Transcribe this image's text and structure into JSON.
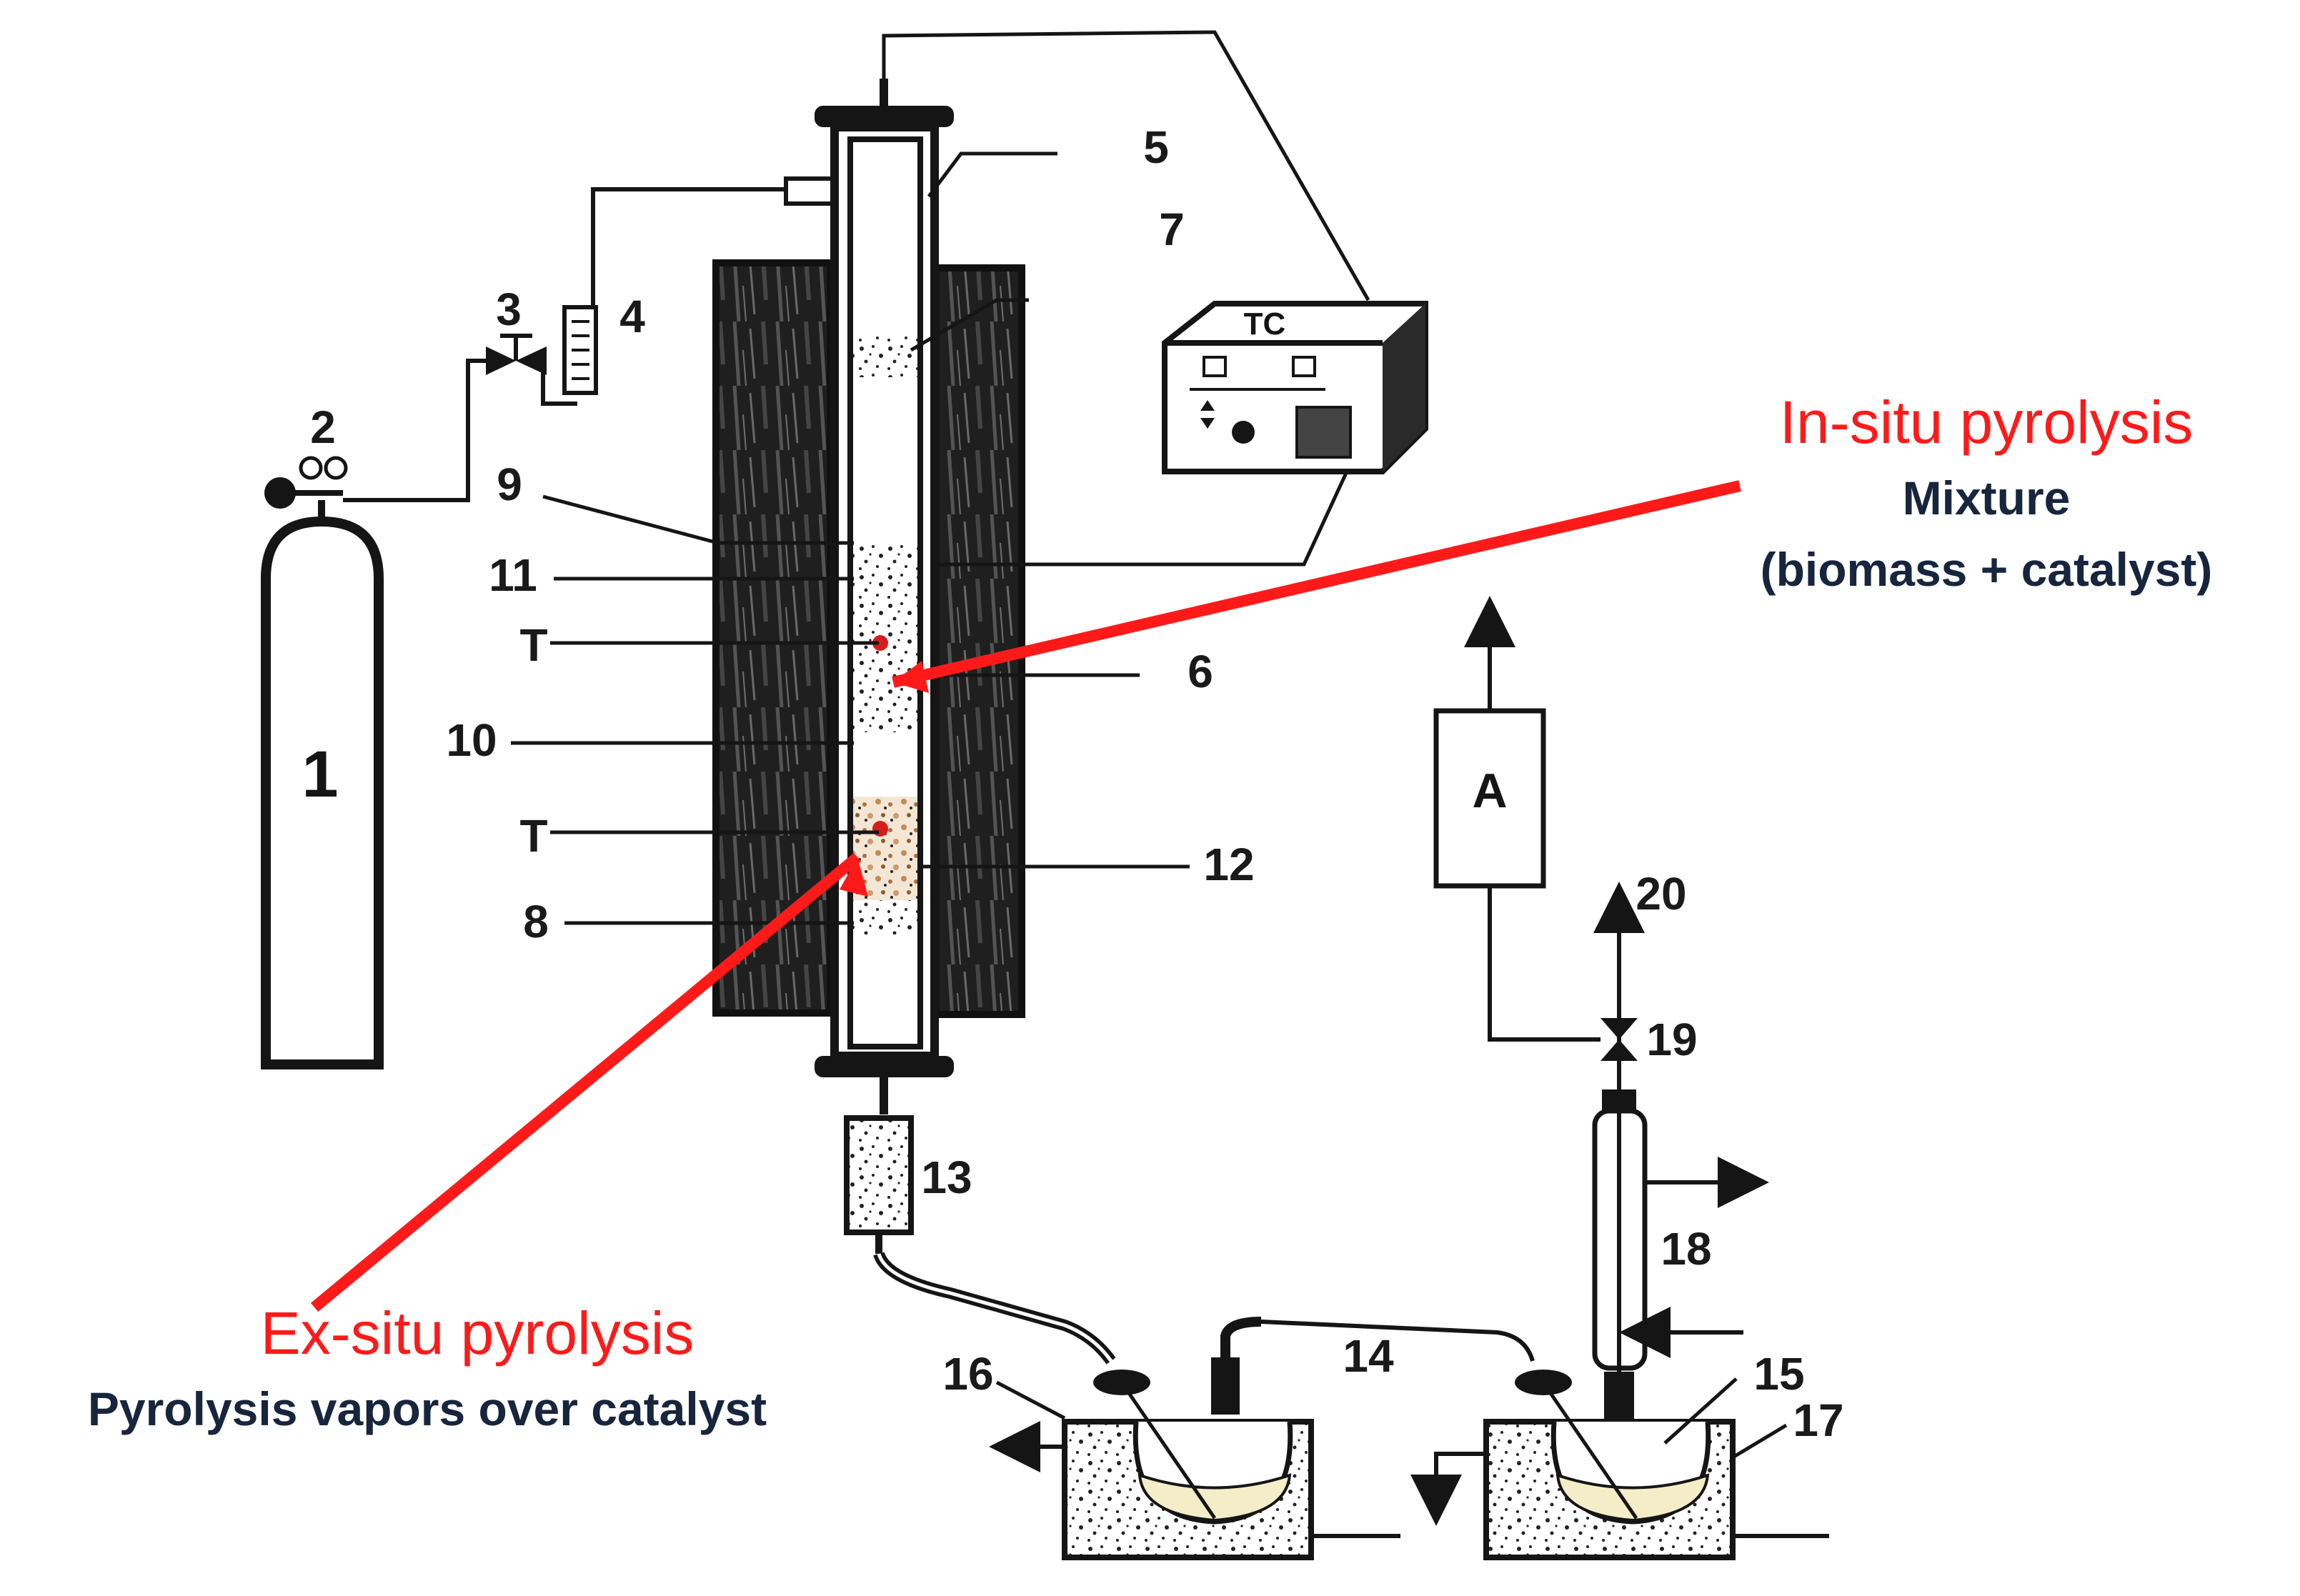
{
  "colors": {
    "ink": "#151515",
    "annotation_red": "#ff1a1a",
    "annotation_text": "#17253d",
    "furnace": "#1c1c1c",
    "bed_speckle": "#c9a27a"
  },
  "labels": {
    "n1": "1",
    "n2": "2",
    "n3": "3",
    "n4": "4",
    "n5": "5",
    "n6": "6",
    "n7": "7",
    "n8": "8",
    "n9": "9",
    "n10": "10",
    "n11": "11",
    "n12": "12",
    "n13": "13",
    "n14": "14",
    "n15": "15",
    "n16": "16",
    "n17": "17",
    "n18": "18",
    "n19": "19",
    "n20": "20",
    "t_upper": "T",
    "t_lower": "T",
    "tc": "TC",
    "analyzer": "A"
  },
  "annotations": {
    "in_situ": {
      "title": "In-situ pyrolysis",
      "line1": "Mixture",
      "line2": "(biomass + catalyst)"
    },
    "ex_situ": {
      "title": "Ex-situ pyrolysis",
      "line1": "Pyrolysis vapors over catalyst"
    }
  }
}
